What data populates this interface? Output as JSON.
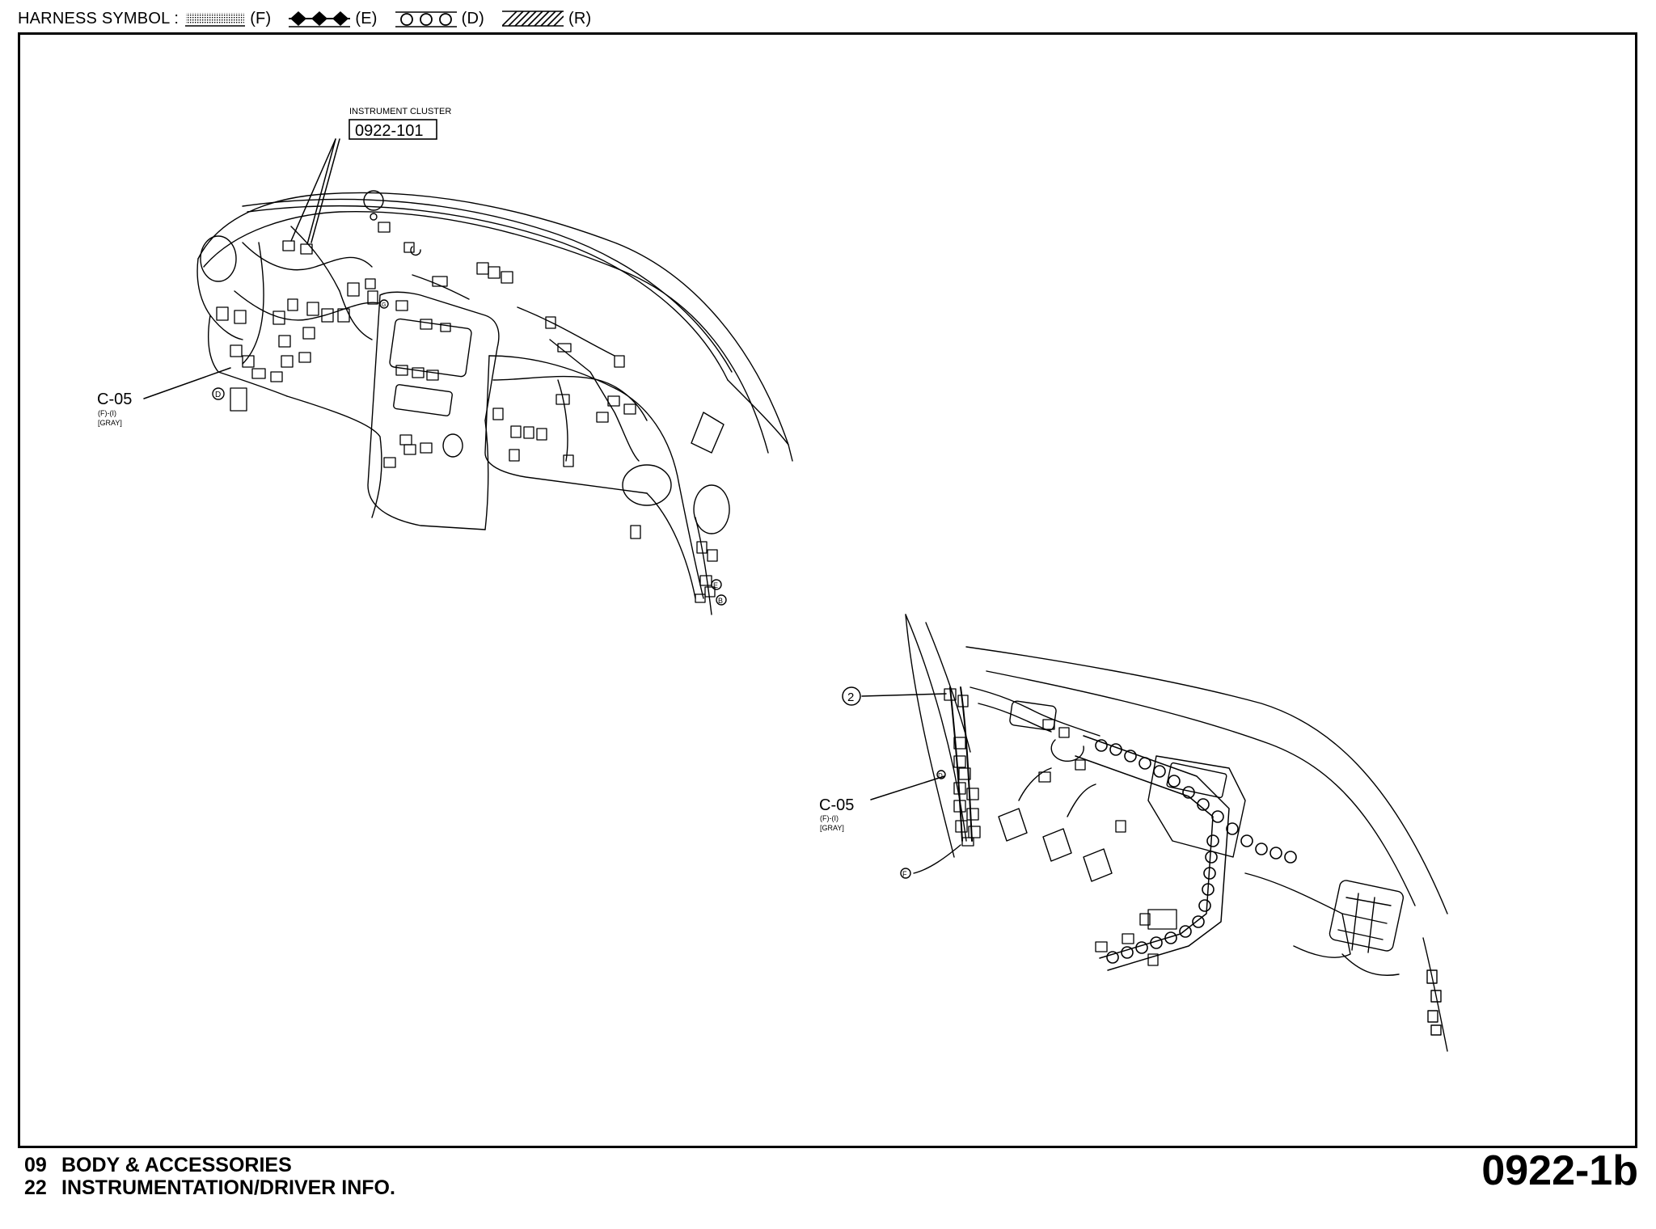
{
  "legend": {
    "prefix": "HARNESS SYMBOL :",
    "items": [
      {
        "pattern": "dotted-hatch",
        "label": "(F)"
      },
      {
        "pattern": "diamonds",
        "label": "(E)"
      },
      {
        "pattern": "circles",
        "label": "(D)"
      },
      {
        "pattern": "diagonal-hatch",
        "label": "(R)"
      }
    ]
  },
  "diagram": {
    "top_view": {
      "cluster_title": "INSTRUMENT CLUSTER",
      "cluster_ref": "0922-101",
      "connector_id": "C-05",
      "connector_sub": "(F)-(I)",
      "connector_color": "[GRAY]",
      "marker_d": "D",
      "marker_e": "E",
      "marker_b": "B",
      "marker_g": "G"
    },
    "bottom_view": {
      "callout_number": "2",
      "connector_id": "C-05",
      "connector_sub": "(F)-(I)",
      "connector_color": "[GRAY]",
      "marker_f": "F",
      "marker_d": "D"
    }
  },
  "footer": {
    "line1_num": "09",
    "line1_text": "BODY & ACCESSORIES",
    "line2_num": "22",
    "line2_text": "INSTRUMENTATION/DRIVER INFO.",
    "sheet_number": "0922-1b"
  }
}
